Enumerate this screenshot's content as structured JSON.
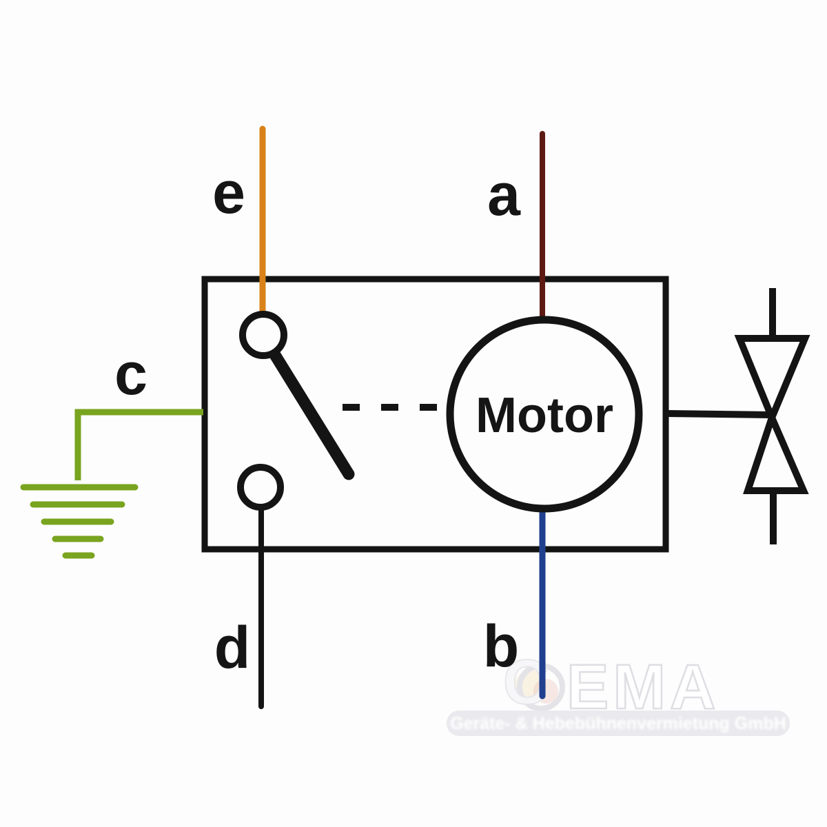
{
  "diagram": {
    "motor_label": "Motor",
    "wire_labels": {
      "a": "a",
      "b": "b",
      "c": "c",
      "d": "d",
      "e": "e"
    },
    "colors": {
      "outline": "#141414",
      "wire_a": "#5c1a13",
      "wire_b": "#20408f",
      "wire_c": "#79a41f",
      "wire_d": "#141414",
      "wire_e": "#d9821a",
      "background": "#fdfdfd"
    }
  },
  "watermark": {
    "logo_letter": "C",
    "logo_letters_rest": "EMA",
    "tagline": "Geräte- & Hebebühnenvermietung GmbH",
    "gray": "#eaeaee"
  }
}
